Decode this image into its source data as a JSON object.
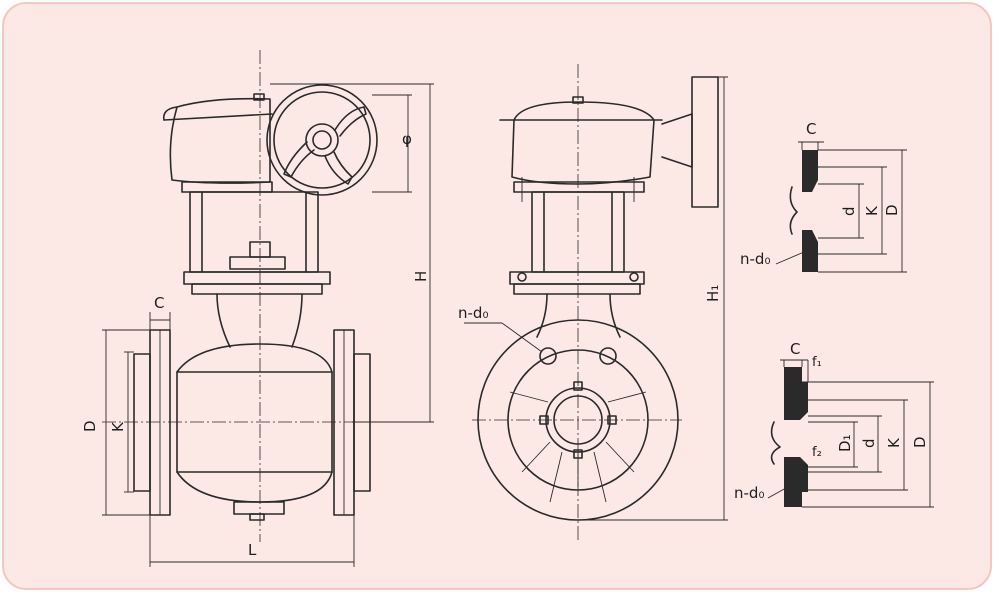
{
  "labels": {
    "front_C": "C",
    "front_D": "D",
    "front_K": "K",
    "front_L": "L",
    "front_H": "H",
    "front_phi": "φ",
    "side_ndo": "n-d₀",
    "side_H1": "H₁",
    "flange1_C": "C",
    "flange1_d": "d",
    "flange1_K": "K",
    "flange1_D": "D",
    "flange1_ndo": "n-d₀",
    "flange2_C": "C",
    "flange2_f1": "f₁",
    "flange2_D1": "D₁",
    "flange2_f2": "f₂",
    "flange2_d": "d",
    "flange2_K": "K",
    "flange2_D": "D",
    "flange2_ndo": "n-d₀"
  },
  "colors": {
    "background": "#fce9e5",
    "border": "#f3c8c2",
    "ink": "#2a2a2a"
  }
}
